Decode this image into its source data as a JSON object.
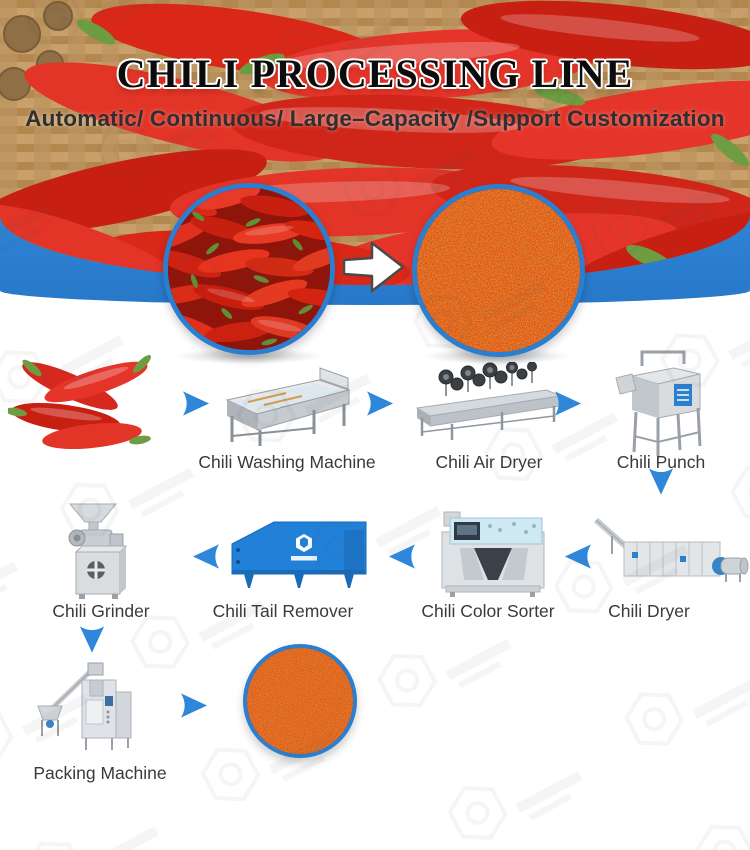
{
  "hero": {
    "title": "CHILI PROCESSING LINE",
    "subtitle": "Automatic/ Continuous/ Large–Capacity /Support Customization"
  },
  "transformation": {
    "input_image": "fresh-red-chilis-photo",
    "arrow_icon": "white-block-arrow-right-icon",
    "output_image": "chili-powder-photo"
  },
  "flow": {
    "row1": {
      "washing_label": "Chili Washing Machine",
      "air_dryer_label": "Chili Air Dryer",
      "punch_label": "Chili Punch"
    },
    "row2": {
      "grinder_label": "Chili Grinder",
      "tail_remover_label": "Chili Tail Remover",
      "color_sorter_label": "Chili Color Sorter",
      "dryer_label": "Chili Dryer"
    },
    "row3": {
      "packing_label": "Packing Machine"
    }
  },
  "icons": {
    "step_arrow": "blue-chevron-arrow-icon",
    "transform_arrow": "white-block-arrow-right-icon",
    "watermark": "hexagon-logo-watermark"
  },
  "colors": {
    "band_blue": "#2b80d3",
    "arrow_blue": "#2f87d9",
    "circle_border_blue": "#2a7fd0",
    "tail_remover_blue": "#2181d8",
    "powder_orange": "#d8500f",
    "chili_red": "#d92718",
    "label_gray": "#3a3a3a"
  }
}
